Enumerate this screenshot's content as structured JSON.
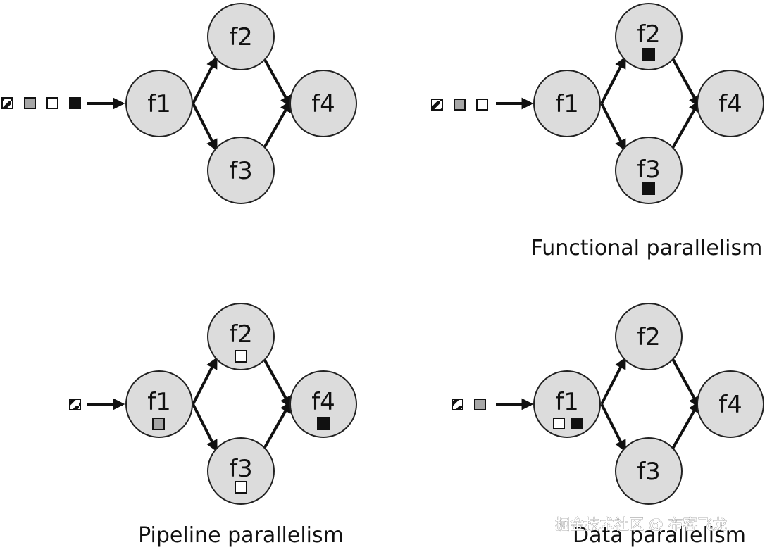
{
  "diagrams": [
    {
      "caption": "",
      "nodes": {
        "f1": "f1",
        "f2": "f2",
        "f3": "f3",
        "f4": "f4"
      }
    },
    {
      "caption": "Functional parallelism",
      "nodes": {
        "f1": "f1",
        "f2": "f2",
        "f3": "f3",
        "f4": "f4"
      }
    },
    {
      "caption": "Pipeline parallelism",
      "nodes": {
        "f1": "f1",
        "f2": "f2",
        "f3": "f3",
        "f4": "f4"
      }
    },
    {
      "caption": "Data parallelism",
      "nodes": {
        "f1": "f1",
        "f2": "f2",
        "f3": "f3",
        "f4": "f4"
      }
    }
  ],
  "watermark": "掘金技术社区 @ 布客飞龙",
  "token_colors": {
    "white": "#ffffff",
    "black": "#111111",
    "gray": "#a6a6a6",
    "hatched": "#ffffff"
  }
}
